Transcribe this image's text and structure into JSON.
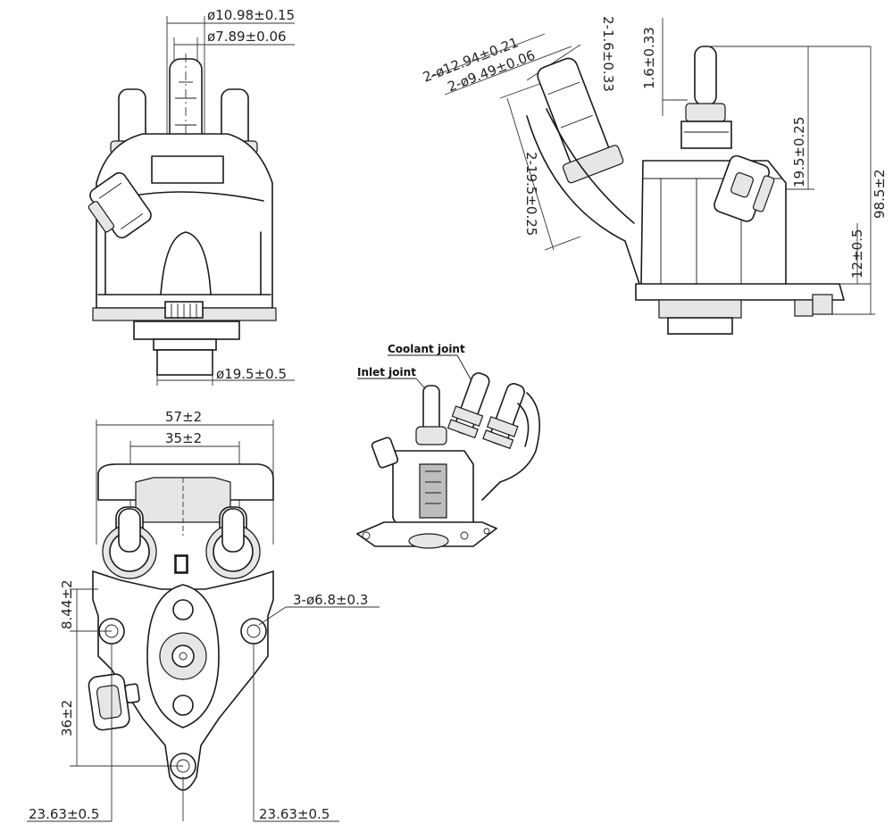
{
  "front_view": {
    "dia_outer": "ø10.98±0.15",
    "dia_inner": "ø7.89±0.06",
    "dia_base": "ø19.5±0.5"
  },
  "side_view": {
    "coolant_outer": "2-ø12.94±0.21",
    "coolant_inner": "2-ø9.49±0.06",
    "coolant_offset_1": "2-1.6±0.33",
    "coolant_length": "2-19.5±0.25",
    "inlet_step": "1.6±0.33",
    "inlet_length": "19.5±0.25",
    "total_height": "98.5±2",
    "flange_height": "12±0.5"
  },
  "top_view": {
    "width_outer": "57±2",
    "width_inner": "35±2",
    "hole_spec": "3-ø6.8±0.3",
    "offset_vertical": "8.44±2",
    "hole_spacing": "36±2",
    "offset_left": "23.63±0.5",
    "offset_right": "23.63±0.5"
  },
  "iso_view": {
    "coolant_label": "Coolant joint",
    "inlet_label": "Inlet joint"
  }
}
